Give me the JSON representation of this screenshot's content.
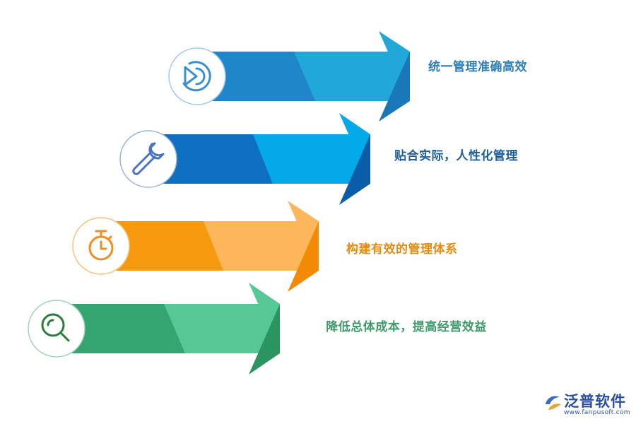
{
  "items": [
    {
      "label": "统一管理准确高效",
      "icon": "pie-chart-icon",
      "color": "#2f7fb8"
    },
    {
      "label": "贴合实际，人性化管理",
      "icon": "wrench-icon",
      "color": "#1d5d9b"
    },
    {
      "label": "构建有效的管理体系",
      "icon": "stopwatch-icon",
      "color": "#e98a12"
    },
    {
      "label": "降低总体成本，提高经营效益",
      "icon": "search-icon",
      "color": "#3f9a6c"
    }
  ],
  "logo": {
    "brand": "泛普软件",
    "url": "www.fanpusoft.com"
  }
}
